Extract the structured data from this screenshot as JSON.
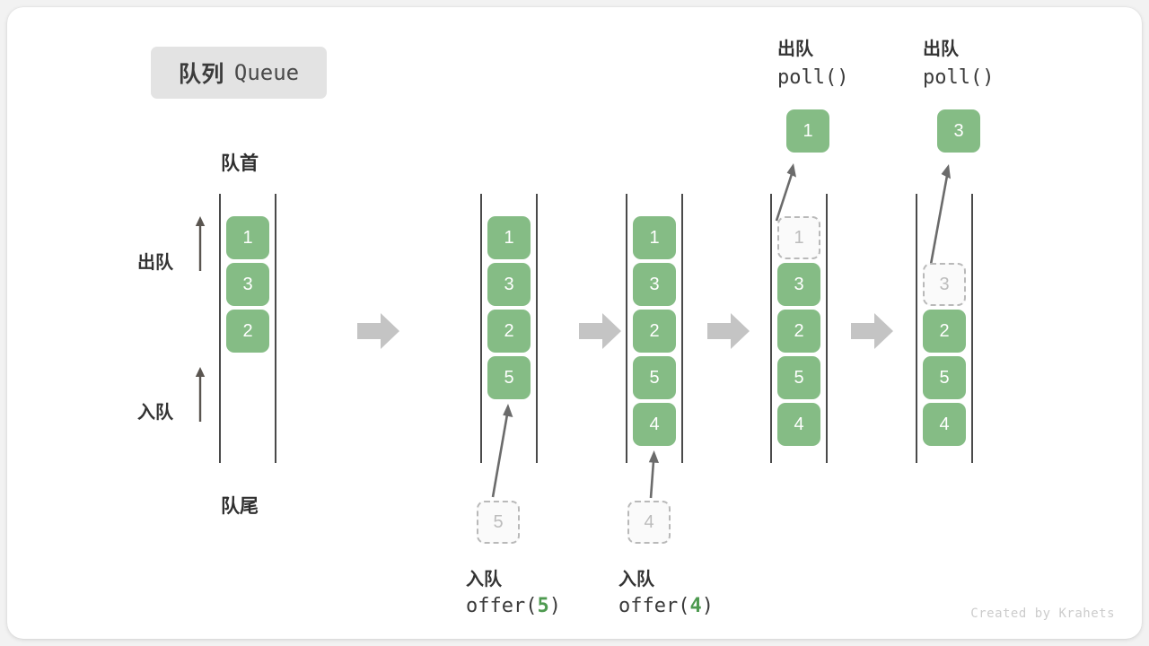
{
  "title": {
    "cn": "队列",
    "en": "Queue"
  },
  "labels": {
    "front": "队首",
    "rear": "队尾",
    "dequeue": "出队",
    "enqueue": "入队"
  },
  "watermark": "Created by Krahets",
  "colors": {
    "cell_green": "#85bc85",
    "ghost_gray": "#b9b9b9",
    "rail_gray": "#4a4a4a",
    "flow_arrow_gray": "#c4c4c4",
    "badge_bg": "#e3e3e3",
    "arg_green": "#4e9a50"
  },
  "stages": [
    {
      "id": "initial",
      "cells": [
        {
          "value": "1",
          "state": "filled"
        },
        {
          "value": "3",
          "state": "filled"
        },
        {
          "value": "2",
          "state": "filled"
        },
        {
          "value": "",
          "state": "empty"
        },
        {
          "value": "",
          "state": "empty"
        }
      ],
      "op_label_cn": "",
      "op_label_code": "",
      "op_arg": "",
      "input_chip": null,
      "output_chip": null
    },
    {
      "id": "after-offer-5",
      "cells": [
        {
          "value": "1",
          "state": "filled"
        },
        {
          "value": "3",
          "state": "filled"
        },
        {
          "value": "2",
          "state": "filled"
        },
        {
          "value": "5",
          "state": "filled"
        },
        {
          "value": "",
          "state": "empty"
        }
      ],
      "op_label_cn": "入队",
      "op_label_code_pre": "offer(",
      "op_arg": "5",
      "op_label_code_post": ")",
      "input_chip": "5",
      "output_chip": null
    },
    {
      "id": "after-offer-4",
      "cells": [
        {
          "value": "1",
          "state": "filled"
        },
        {
          "value": "3",
          "state": "filled"
        },
        {
          "value": "2",
          "state": "filled"
        },
        {
          "value": "5",
          "state": "filled"
        },
        {
          "value": "4",
          "state": "filled"
        }
      ],
      "op_label_cn": "入队",
      "op_label_code_pre": "offer(",
      "op_arg": "4",
      "op_label_code_post": ")",
      "input_chip": "4",
      "output_chip": null
    },
    {
      "id": "after-poll-1",
      "cells": [
        {
          "value": "1",
          "state": "ghost"
        },
        {
          "value": "3",
          "state": "filled"
        },
        {
          "value": "2",
          "state": "filled"
        },
        {
          "value": "5",
          "state": "filled"
        },
        {
          "value": "4",
          "state": "filled"
        }
      ],
      "op_label_cn": "出队",
      "op_label_code_pre": "poll(",
      "op_arg": "",
      "op_label_code_post": ")",
      "input_chip": null,
      "output_chip": "1"
    },
    {
      "id": "after-poll-3",
      "cells": [
        {
          "value": "",
          "state": "empty"
        },
        {
          "value": "3",
          "state": "ghost"
        },
        {
          "value": "2",
          "state": "filled"
        },
        {
          "value": "5",
          "state": "filled"
        },
        {
          "value": "4",
          "state": "filled"
        }
      ],
      "op_label_cn": "出队",
      "op_label_code_pre": "poll(",
      "op_arg": "",
      "op_label_code_post": ")",
      "input_chip": null,
      "output_chip": "3"
    }
  ]
}
